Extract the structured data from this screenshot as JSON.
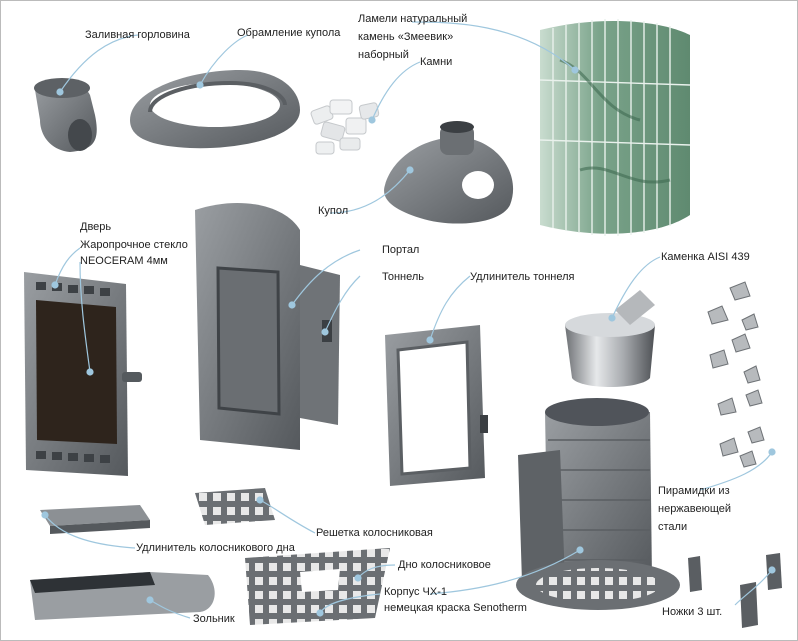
{
  "colors": {
    "iron_light": "#8e9296",
    "iron_mid": "#6f7377",
    "iron_dark": "#4a4e52",
    "glass": "#2e241c",
    "stone_green": "#7aa38a",
    "leader": "#9fc7de",
    "steel": "#c9ccd0"
  },
  "labels": {
    "zalivnaya": "Заливная горловина",
    "obramlenie": "Обрамление купола",
    "lameli_line1": "Ламели натуральный",
    "lameli_line2": "камень «Змеевик»",
    "lameli_line3": "наборный",
    "kamni": "Камни",
    "kupol": "Купол",
    "dver": "Дверь",
    "steklo_line1": "Жаропрочное стекло",
    "steklo_line2a": "NEOCERAM",
    "steklo_line2b": "4мм",
    "portal": "Портал",
    "tonnel": "Тоннель",
    "udlinitel_tonnelya": "Удлинитель тоннеля",
    "kamenka_a": "Каменка",
    "kamenka_b": "AISI 439",
    "reshetka": "Решетка колосниковая",
    "udlinitel_dna": "Удлинитель колосникового дна",
    "dno": "Дно колосниковое",
    "korpus_line1a": "Корпус",
    "korpus_line1b": "ЧХ-1",
    "korpus_line2": "немецкая краска Senotherm",
    "zolnik": "Зольник",
    "piramidki_line1": "Пирамидки из",
    "piramidki_line2": "нержавеющей",
    "piramidki_line3": "стали",
    "nozhki_a": "Ножки",
    "nozhki_b": "3",
    "nozhki_c": "шт."
  }
}
